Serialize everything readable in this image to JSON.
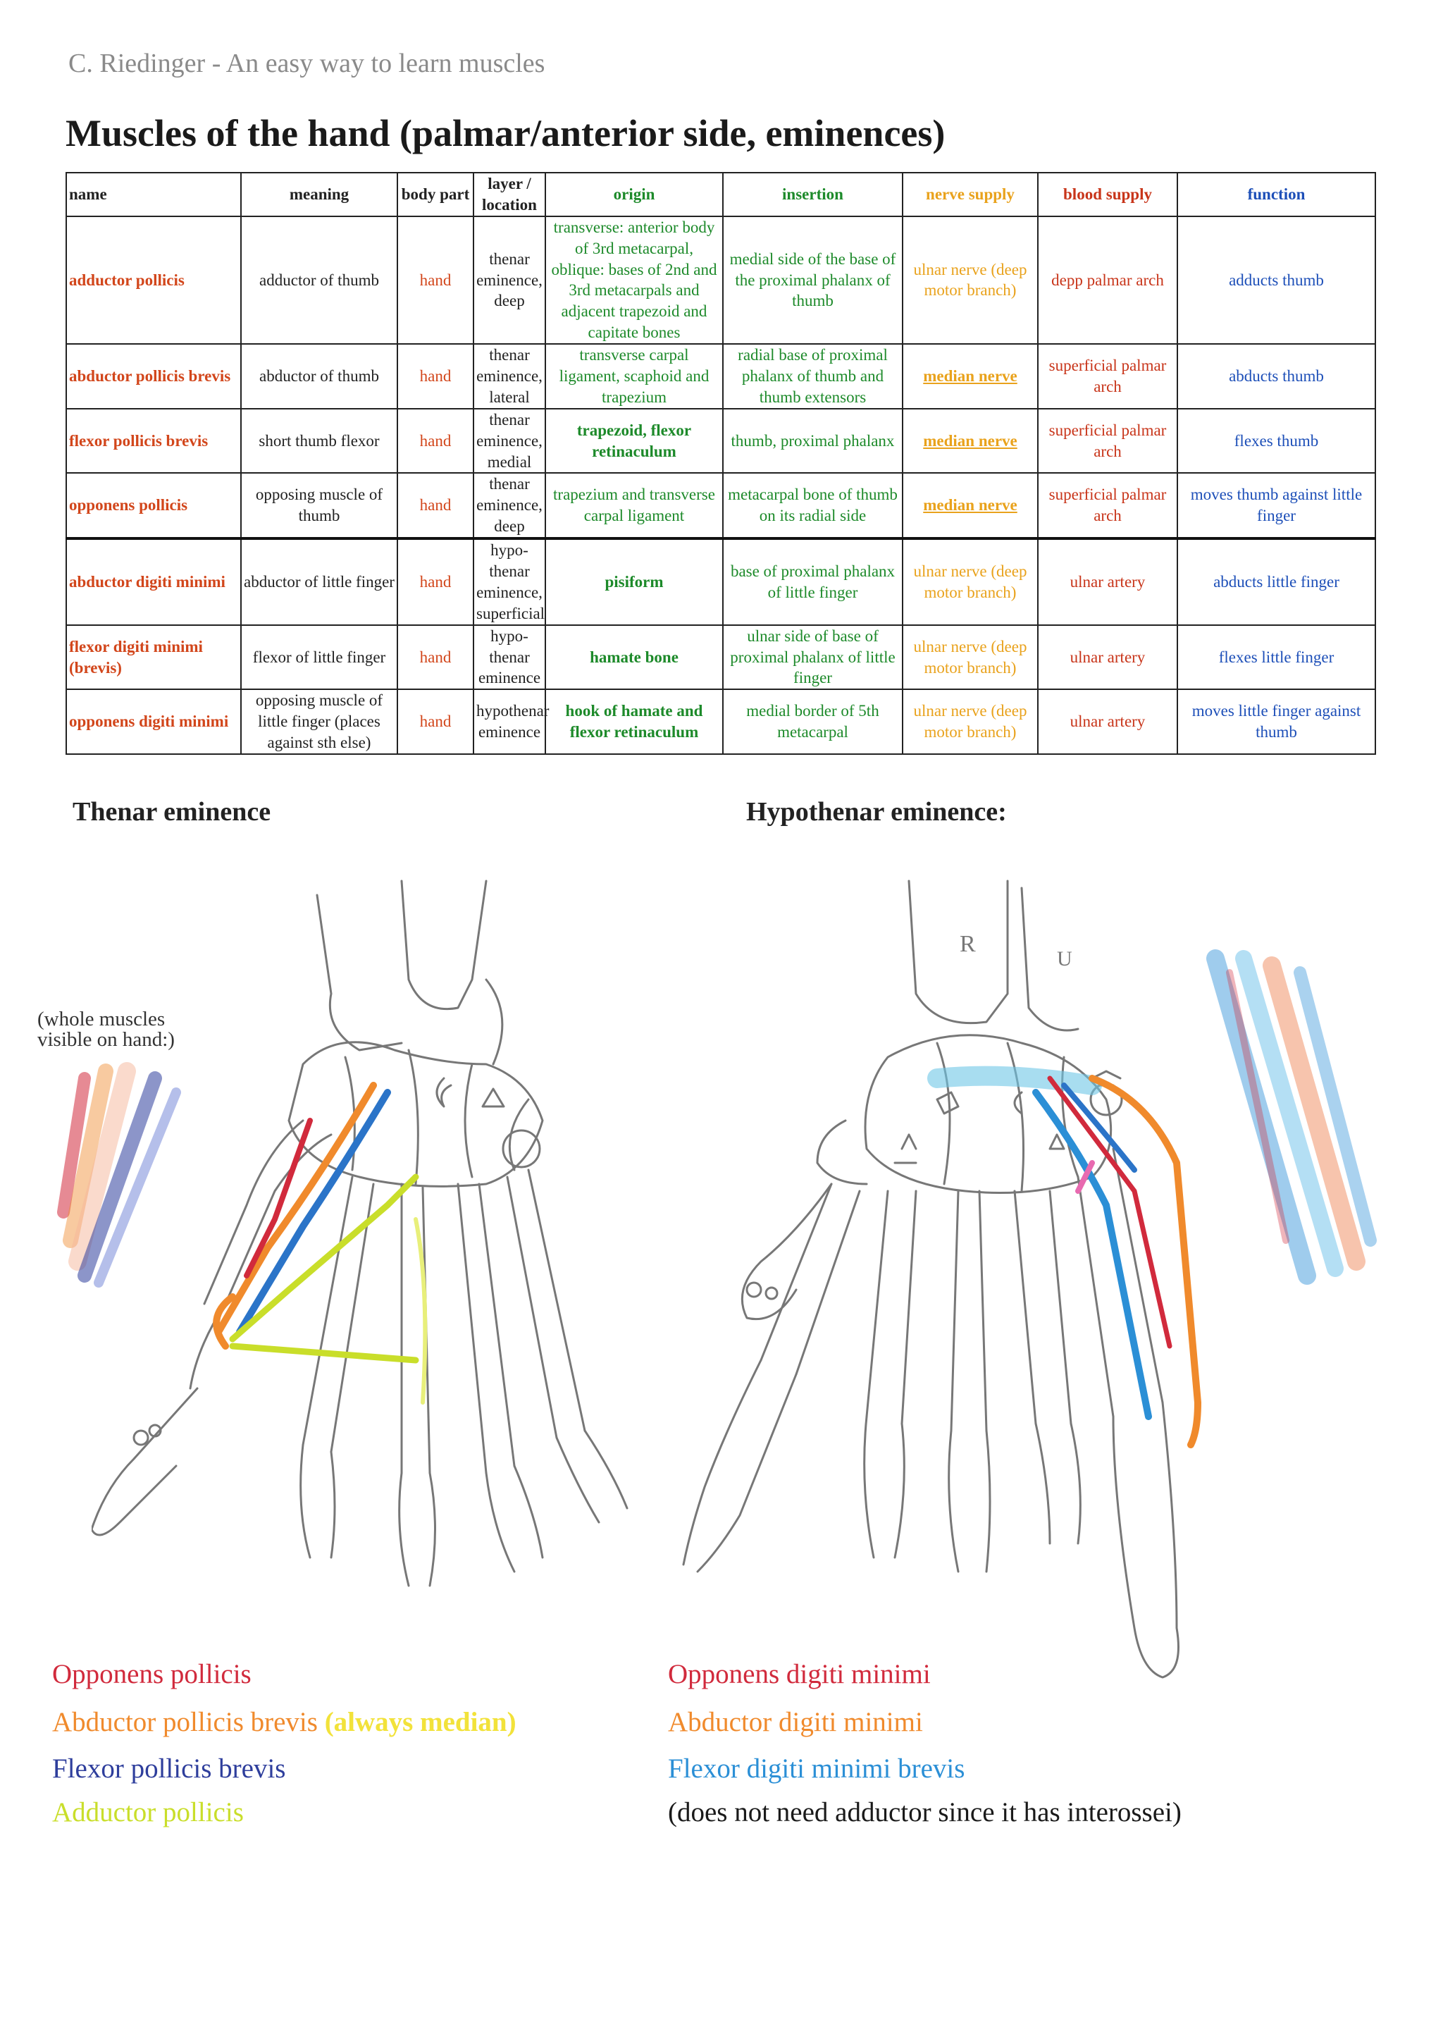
{
  "header": {
    "credit": "C. Riedinger - An easy way to learn muscles"
  },
  "title": "Muscles of the hand (palmar/anterior side, eminences)",
  "table": {
    "headers": {
      "name": "name",
      "meaning": "meaning",
      "body_part": "body part",
      "layer": "layer / location",
      "origin": "origin",
      "insertion": "insertion",
      "nerve": "nerve supply",
      "blood": "blood supply",
      "function": "function"
    },
    "rows": [
      {
        "name": "adductor pollicis",
        "meaning": "adductor of  thumb",
        "body_part": "hand",
        "layer": "thenar eminence, deep",
        "origin": "transverse: anterior body of 3rd metacarpal, oblique: bases of 2nd and 3rd metacarpals and adjacent trapezoid and capitate bones",
        "insertion": "medial side of the base of the proximal phalanx of thumb",
        "nerve": "ulnar nerve (deep motor branch)",
        "blood": "depp palmar arch",
        "function": "adducts thumb"
      },
      {
        "name": "abductor pollicis brevis",
        "meaning": "abductor of thumb",
        "body_part": "hand",
        "layer": "thenar eminence, lateral",
        "origin": "transverse carpal ligament, scaphoid and trapezium",
        "insertion": "radial base of proximal phalanx of thumb and thumb extensors",
        "nerve": "median nerve",
        "blood": "superficial palmar arch",
        "function": "abducts thumb"
      },
      {
        "name": "flexor pollicis brevis",
        "meaning": "short thumb flexor",
        "body_part": "hand",
        "layer": "thenar eminence, medial",
        "origin": "trapezoid, flexor retinaculum",
        "insertion": "thumb, proximal phalanx",
        "nerve": "median nerve",
        "blood": "superficial palmar arch",
        "function": "flexes thumb"
      },
      {
        "name": "opponens pollicis",
        "meaning": "opposing muscle of thumb",
        "body_part": "hand",
        "layer": "thenar eminence, deep",
        "origin": "trapezium and transverse carpal ligament",
        "insertion": "metacarpal bone of thumb on its radial side",
        "nerve": "median nerve",
        "blood": "superficial palmar arch",
        "function": "moves thumb against little finger"
      },
      {
        "name": "abductor digiti minimi",
        "meaning": "abductor of little finger",
        "body_part": "hand",
        "layer": "hypo-thenar eminence, superficial",
        "origin": "pisiform",
        "insertion": "base of proximal phalanx of little finger",
        "nerve": "ulnar nerve (deep motor branch)",
        "blood": "ulnar artery",
        "function": "abducts little finger"
      },
      {
        "name": "flexor digiti minimi (brevis)",
        "meaning": "flexor of little finger",
        "body_part": "hand",
        "layer": "hypo-thenar eminence",
        "origin": "hamate bone",
        "insertion": "ulnar side of base of proximal phalanx of little finger",
        "nerve": "ulnar nerve (deep motor branch)",
        "blood": "ulnar artery",
        "function": "flexes little finger"
      },
      {
        "name": "opponens digiti minimi",
        "meaning": "opposing muscle of little finger (places against sth else)",
        "body_part": "hand",
        "layer": "hypothenar eminence",
        "origin": "hook of hamate and flexor retinaculum",
        "insertion": "medial border of 5th metacarpal",
        "nerve": "ulnar nerve (deep motor branch)",
        "blood": "ulnar artery",
        "function": "moves little finger against thumb"
      }
    ]
  },
  "sections": {
    "thenar_title": "Thenar eminence",
    "hypothenar_title": "Hypothenar eminence:",
    "whole_muscles_note": "(whole muscles visible on hand:)"
  },
  "drawing_labels": {
    "radius": "R",
    "ulna": "U"
  },
  "legend_left": [
    {
      "text": "Opponens pollicis",
      "color": "#d12a3c"
    },
    {
      "text": "Abductor pollicis brevis",
      "color": "#f08a2c"
    },
    {
      "text": "(always median)",
      "color": "#f2e23a"
    },
    {
      "text": "Flexor pollicis brevis",
      "color": "#2e3e9c"
    },
    {
      "text": "Adductor pollicis",
      "color": "#c9de2a"
    }
  ],
  "legend_right": [
    {
      "text": "Opponens digiti minimi",
      "color": "#d12a3c"
    },
    {
      "text": "Abductor digiti minimi",
      "color": "#f08a2c"
    },
    {
      "text": "Flexor digiti minimi brevis",
      "color": "#2b8fd6"
    },
    {
      "text": "(does not need adductor since it has interossei)",
      "color": "#1a1a1a"
    }
  ]
}
